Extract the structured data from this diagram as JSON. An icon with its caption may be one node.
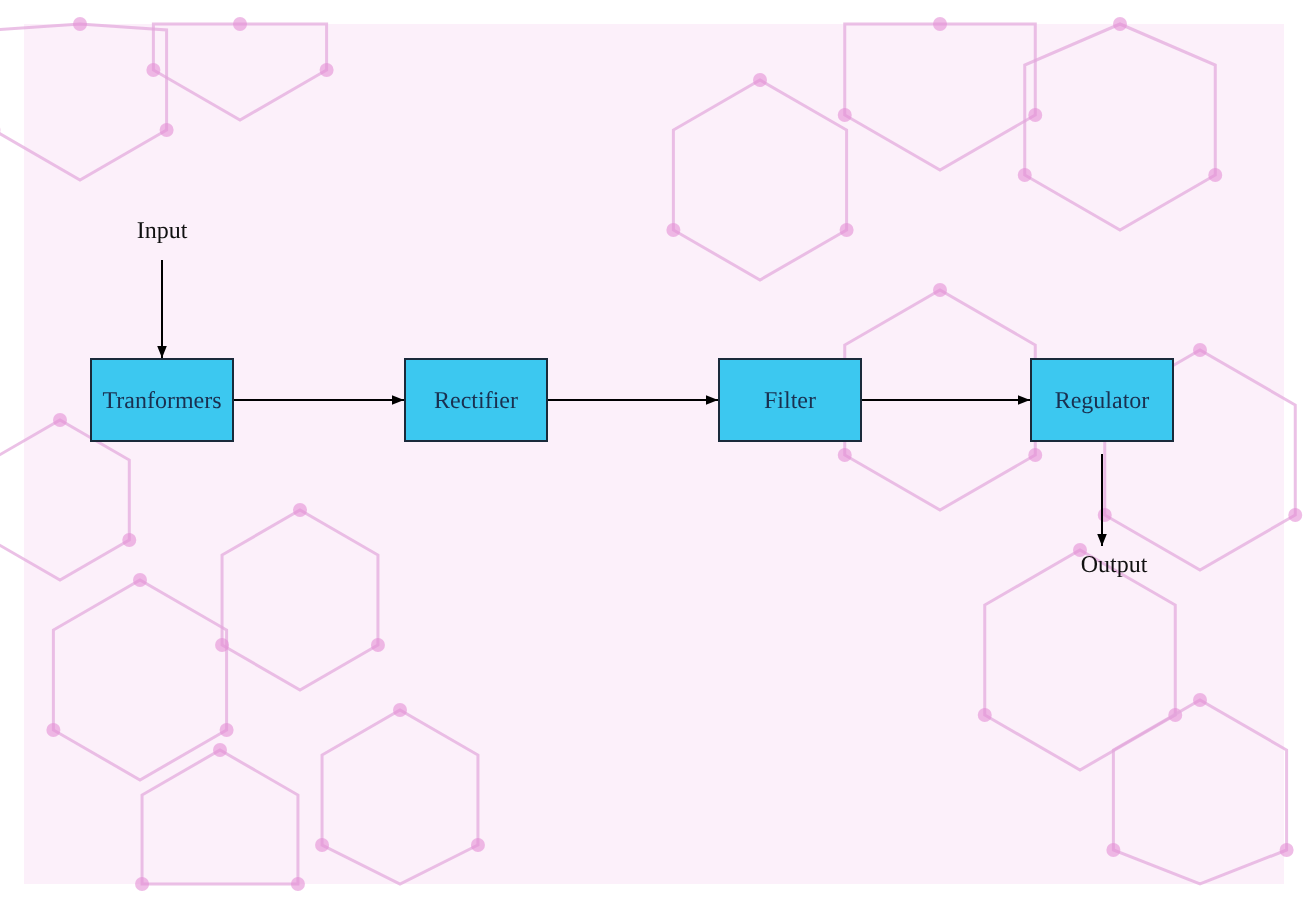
{
  "diagram": {
    "nodes": [
      {
        "text": [
          "Input"
        ]
      },
      {
        "text": [
          "Tranformers"
        ]
      },
      {
        "text": [
          "Rectifier"
        ]
      },
      {
        "text": [
          "Filter"
        ]
      },
      {
        "text": [
          "Regulator"
        ]
      },
      {
        "text": [
          "Output"
        ]
      }
    ],
    "edges": [
      {
        "from": 0,
        "to": 1,
        "arrow": "to"
      },
      {
        "from": 1,
        "to": 2,
        "arrow": "to"
      },
      {
        "from": 2,
        "to": 3,
        "arrow": "to"
      },
      {
        "from": 3,
        "to": 4,
        "arrow": "to"
      },
      {
        "from": 4,
        "to": 5,
        "arrow": "to"
      }
    ]
  }
}
